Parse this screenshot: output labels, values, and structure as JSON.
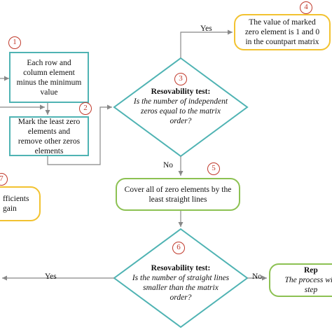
{
  "colors": {
    "teal_border": "#4fb3b3",
    "green_border": "#8cc152",
    "yellow_border": "#f2c230",
    "badge_red": "#c0392b",
    "connector": "#888888"
  },
  "steps": {
    "s1": {
      "badge": "1",
      "text": "Each row and column element minus the minimum value"
    },
    "s2": {
      "badge": "2",
      "text": "Mark the least zero elements and remove other zeros elements"
    },
    "s3": {
      "badge": "3",
      "title": "Resovability test:",
      "question": "Is the number of independent zeros equal to the matrix order?"
    },
    "s4": {
      "badge": "4",
      "text": "The value of marked zero element is 1 and 0 in the countpart matrix"
    },
    "s5": {
      "badge": "5",
      "text": "Cover all of zero elements by the least straight lines"
    },
    "s6": {
      "badge": "6",
      "title": "Resovability test:",
      "question": "Is the number of straight lines smaller than the matrix order?"
    },
    "s7": {
      "badge": "7",
      "text": "fficients gain"
    },
    "s8": {
      "title": "Rep",
      "text": "The process will step"
    }
  },
  "edges": {
    "yes_top": "Yes",
    "no_mid": "No",
    "yes_bottom": "Yes",
    "no_bottom": "No"
  }
}
